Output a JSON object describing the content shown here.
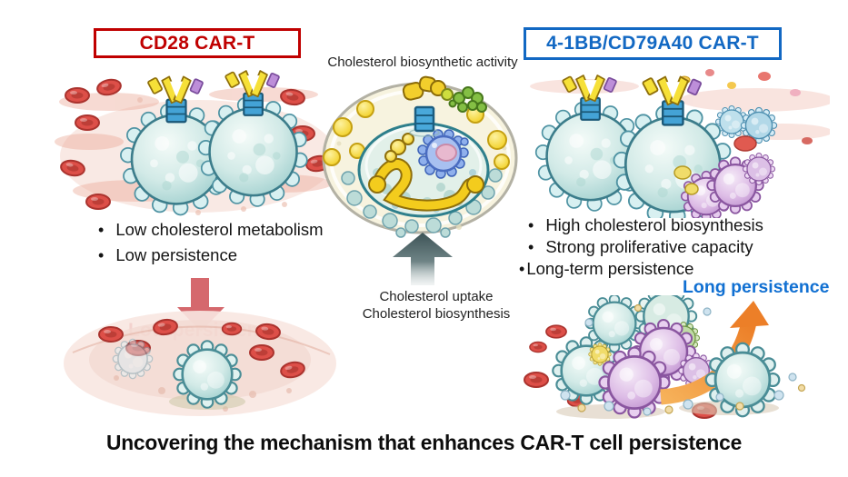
{
  "figure": {
    "cd28_box_label": "CD28 CAR-T",
    "bb_box_label": "4-1BB/CD79A40 CAR-T",
    "center_top_label": "Cholesterol biosynthetic activity",
    "left_bullets": [
      "Low cholesterol metabolism",
      "Low persistence"
    ],
    "right_bullets": [
      "High cholesterol biosynthesis",
      "Strong proliferative capacity",
      "Long-term persistence"
    ],
    "uptake_line1": "Cholesterol uptake",
    "uptake_line2": "Cholesterol biosynthesis",
    "low_persistence_label": "Low persistence",
    "long_persistence_label": "Long persistence",
    "title": "Uncovering the mechanism that enhances CAR-T cell persistence"
  },
  "colors": {
    "cd28_red": "#c00000",
    "bb_blue": "#1268c3",
    "low_red": "#c11a1f",
    "long_blue": "#1170d2",
    "down_red": "#d5686d",
    "up_arrow_gray": "#3d5356",
    "arrow_orange": "#ee8833"
  }
}
